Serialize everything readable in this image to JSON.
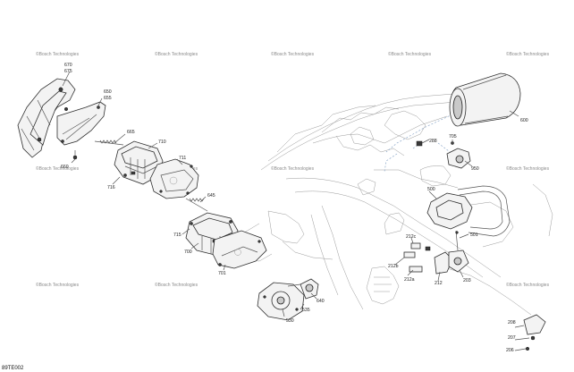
{
  "watermark": "©Bosch Technologies",
  "figure_code": "89TE002",
  "callouts": [
    {
      "id": "c670",
      "text": "670"
    },
    {
      "id": "c675",
      "text": "675"
    },
    {
      "id": "c650",
      "text": "650"
    },
    {
      "id": "c655",
      "text": "655"
    },
    {
      "id": "c665",
      "text": "665"
    },
    {
      "id": "c710",
      "text": "710"
    },
    {
      "id": "c660",
      "text": "660"
    },
    {
      "id": "c711",
      "text": "711"
    },
    {
      "id": "c716",
      "text": "716"
    },
    {
      "id": "c645",
      "text": "645"
    },
    {
      "id": "c715",
      "text": "715"
    },
    {
      "id": "c700",
      "text": "700"
    },
    {
      "id": "c701",
      "text": "701"
    },
    {
      "id": "c600",
      "text": "600"
    },
    {
      "id": "c288",
      "text": "288"
    },
    {
      "id": "c705",
      "text": "705"
    },
    {
      "id": "c950",
      "text": "950"
    },
    {
      "id": "c500",
      "text": "500"
    },
    {
      "id": "c501",
      "text": "501"
    },
    {
      "id": "c212c",
      "text": "212c"
    },
    {
      "id": "c212b",
      "text": "212b"
    },
    {
      "id": "c212a",
      "text": "212a"
    },
    {
      "id": "c212",
      "text": "212"
    },
    {
      "id": "c203",
      "text": "203"
    },
    {
      "id": "c640",
      "text": "640"
    },
    {
      "id": "c530",
      "text": "530"
    },
    {
      "id": "c535",
      "text": "535"
    },
    {
      "id": "c208",
      "text": "208"
    },
    {
      "id": "c207",
      "text": "207"
    },
    {
      "id": "c206",
      "text": "206"
    }
  ]
}
